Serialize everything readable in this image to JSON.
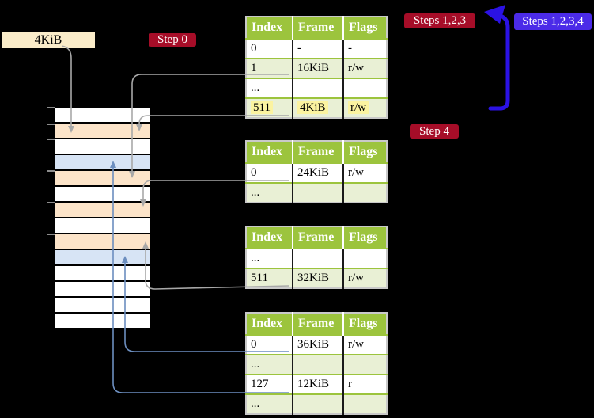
{
  "colors": {
    "bg": "#000000",
    "header-green": "#9CC43D",
    "row-green": "#E9F0D5",
    "table-border": "#C9C9C9",
    "cell-divider": "#1A1A1A",
    "highlight-yellow": "#FBF3A0",
    "label-red": "#A60D28",
    "label-blue": "#4B2BE8",
    "arrow-blue-bold": "#2B12E4",
    "arrow-gray": "#A8A8A8",
    "arrow-blue-thin": "#6C8EBF",
    "mem-orange": "#FCE4C9",
    "mem-blue": "#D7E4F5",
    "mem-white": "#FFFFFF",
    "beige": "#FAECC9",
    "tick-gray": "#8C8C8C"
  },
  "labels": {
    "frame_size": "4KiB",
    "step0": "Step 0",
    "steps123": "Steps 1,2,3",
    "steps1234": "Steps 1,2,3,4",
    "step4": "Step 4"
  },
  "tables": [
    {
      "name": "page-table-1",
      "headers": [
        "Index",
        "Frame",
        "Flags"
      ],
      "rows": [
        {
          "cells": [
            "0",
            "-",
            "-"
          ],
          "shade": false,
          "highlight": false
        },
        {
          "cells": [
            "1",
            "16KiB",
            "r/w"
          ],
          "shade": true,
          "highlight": false
        },
        {
          "cells": [
            "...",
            "",
            ""
          ],
          "shade": false,
          "highlight": false
        },
        {
          "cells": [
            "511",
            "4KiB",
            "r/w"
          ],
          "shade": true,
          "highlight": true
        }
      ]
    },
    {
      "name": "page-table-2",
      "headers": [
        "Index",
        "Frame",
        "Flags"
      ],
      "rows": [
        {
          "cells": [
            "0",
            "24KiB",
            "r/w"
          ],
          "shade": false,
          "highlight": false
        },
        {
          "cells": [
            "...",
            "",
            ""
          ],
          "shade": true,
          "highlight": false
        }
      ]
    },
    {
      "name": "page-table-3",
      "headers": [
        "Index",
        "Frame",
        "Flags"
      ],
      "rows": [
        {
          "cells": [
            "...",
            "",
            ""
          ],
          "shade": false,
          "highlight": false
        },
        {
          "cells": [
            "511",
            "32KiB",
            "r/w"
          ],
          "shade": true,
          "highlight": false
        }
      ]
    },
    {
      "name": "page-table-4",
      "headers": [
        "Index",
        "Frame",
        "Flags"
      ],
      "rows": [
        {
          "cells": [
            "0",
            "36KiB",
            "r/w"
          ],
          "shade": false,
          "highlight": false
        },
        {
          "cells": [
            "...",
            "",
            ""
          ],
          "shade": true,
          "highlight": false
        },
        {
          "cells": [
            "127",
            "12KiB",
            "r"
          ],
          "shade": false,
          "highlight": false
        },
        {
          "cells": [
            "...",
            "",
            ""
          ],
          "shade": true,
          "highlight": false
        }
      ]
    }
  ],
  "memory": {
    "rows": [
      "white",
      "orange",
      "white",
      "blue",
      "orange",
      "white",
      "orange",
      "white",
      "orange",
      "blue",
      "white",
      "white",
      "white",
      "white"
    ]
  }
}
